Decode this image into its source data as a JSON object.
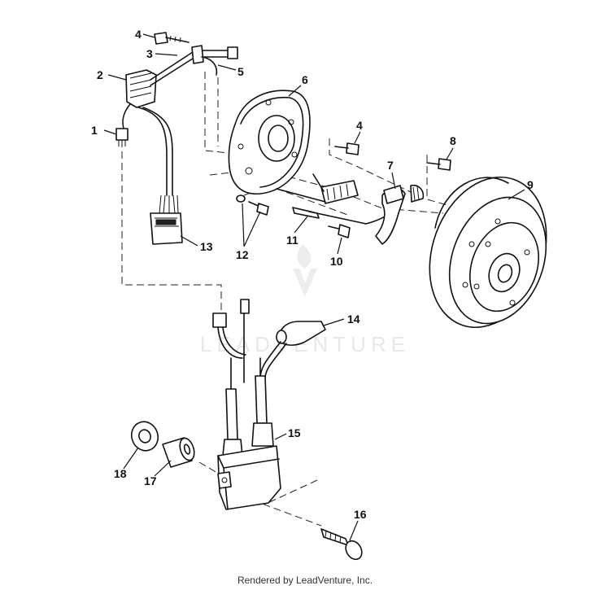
{
  "diagram": {
    "callouts": [
      "1",
      "2",
      "3",
      "4",
      "4",
      "5",
      "6",
      "7",
      "8",
      "9",
      "10",
      "11",
      "12",
      "13",
      "14",
      "15",
      "16",
      "17",
      "18"
    ],
    "watermark": "LEADVENTURE"
  },
  "footer": {
    "text": "Rendered by LeadVenture, Inc."
  }
}
